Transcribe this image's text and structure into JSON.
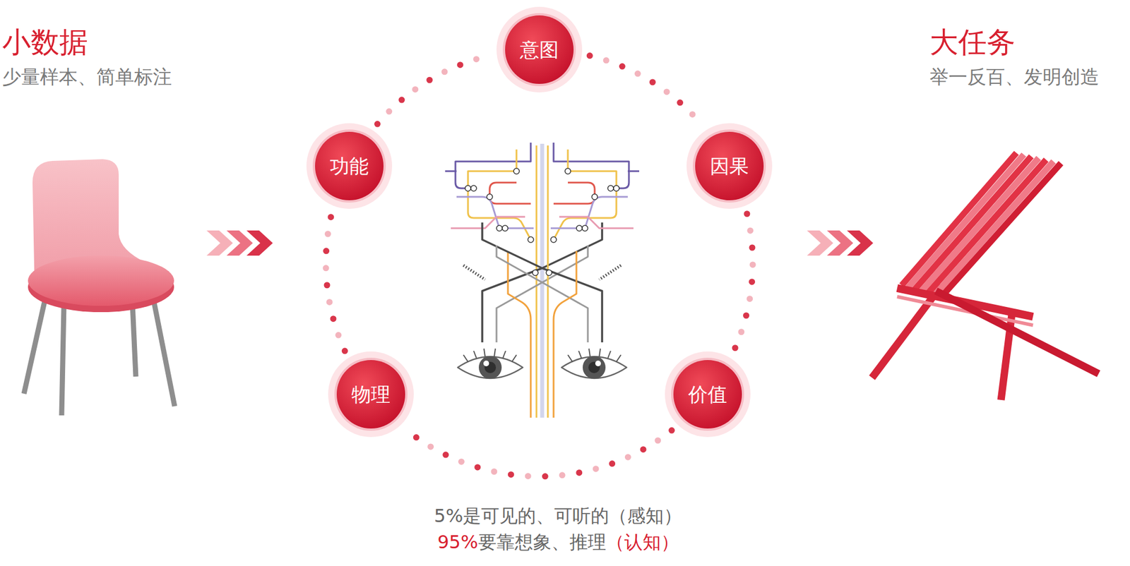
{
  "diagram": {
    "nodes": [
      {
        "text": [
          "意图"
        ]
      },
      {
        "text": [
          "功能"
        ]
      },
      {
        "text": [
          "因果"
        ]
      },
      {
        "text": [
          "物理"
        ]
      },
      {
        "text": [
          "价值"
        ]
      }
    ],
    "edges": [
      {
        "from": 0,
        "to": 2,
        "arrow": "none"
      },
      {
        "from": 2,
        "to": 4,
        "arrow": "none"
      },
      {
        "from": 4,
        "to": 3,
        "arrow": "none"
      },
      {
        "from": 3,
        "to": 1,
        "arrow": "none"
      },
      {
        "from": 1,
        "to": 0,
        "arrow": "none"
      }
    ],
    "labels": [
      "小数据",
      "少量样本、简单标注",
      "大任务",
      "举一反百、发明创造",
      "5%是可见的、可听的（感知）",
      "95%",
      "要靠想象、推理",
      "（认知）"
    ]
  }
}
